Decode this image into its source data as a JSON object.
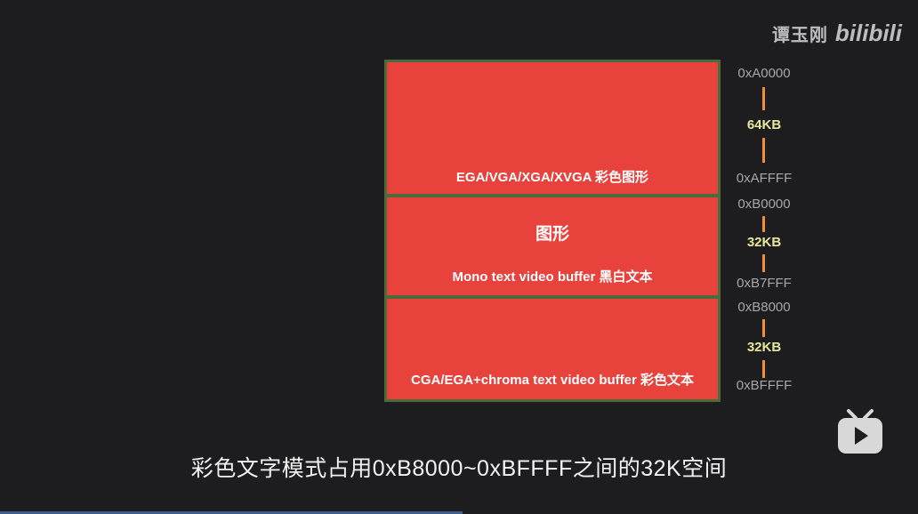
{
  "watermark": {
    "author": "谭玉刚",
    "logo": "bilibili"
  },
  "memory_map": {
    "blocks": [
      {
        "label": "EGA/VGA/XGA/XVGA 彩色图形"
      },
      {
        "title": "图形",
        "label": "Mono text video buffer 黑白文本"
      },
      {
        "label": "CGA/EGA+chroma text video buffer 彩色文本"
      }
    ],
    "ranges": [
      {
        "start": "0xA0000",
        "size": "64KB",
        "end": "0xAFFFF"
      },
      {
        "start": "0xB0000",
        "size": "32KB",
        "end": "0xB7FFF"
      },
      {
        "start": "0xB8000",
        "size": "32KB",
        "end": "0xBFFFF"
      }
    ]
  },
  "subtitle": "彩色文字模式占用0xB8000~0xBFFFF之间的32K空间",
  "colors": {
    "block": "#e8423d",
    "border": "#4a6b3a",
    "size_text": "#e7e89a",
    "tick": "#f08f2d"
  }
}
